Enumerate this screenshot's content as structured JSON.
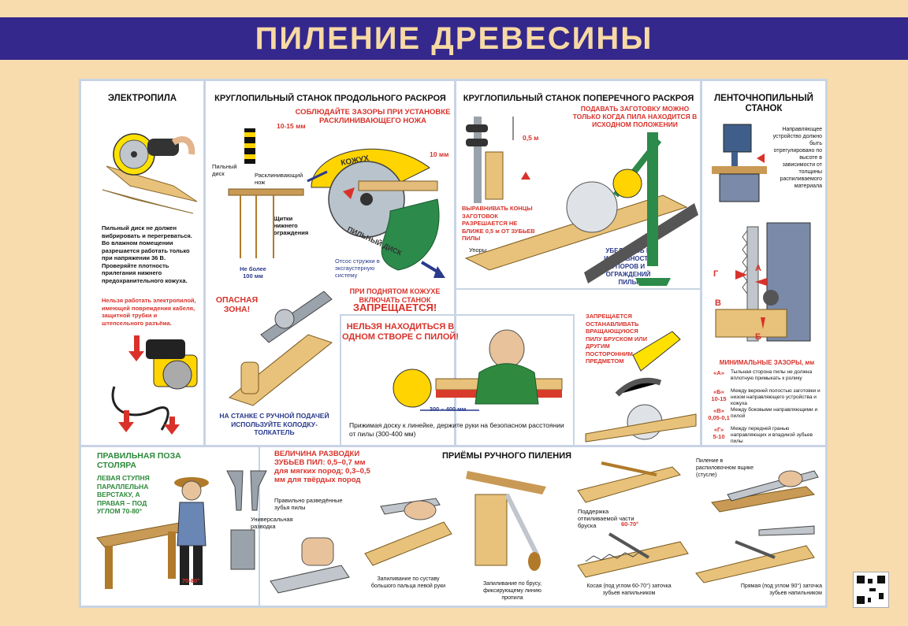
{
  "page_title": "ПИЛЕНИЕ ДРЕВЕСИНЫ",
  "electrosaw": {
    "title": "ЭЛЕКТРОПИЛА",
    "note1": "Пильный диск не должен вибрировать и перегреваться. Во влажном помещении разрешается работать только при напряжении 36 В. Проверяйте плотность прилегания нижнего предохранительного кожуха.",
    "note2": "Нельзя работать электропилой, имеющей повреждения кабеля, защитной трубки и штепсельного разъёма."
  },
  "rip_saw": {
    "title": "КРУГЛОПИЛЬНЫЙ СТАНОК ПРОДОЛЬНОГО РАСКРОЯ",
    "gap_warning": "СОБЛЮДАЙТЕ ЗАЗОРЫ ПРИ УСТАНОВКЕ РАСКЛИНИВАЮЩЕГО НОЖА",
    "dim_1015": "10-15 мм",
    "dim_10": "10 мм",
    "label_disk": "Пильный диск",
    "label_knife": "Расклинивающий нож",
    "label_guards": "Щитки нижнего ограждения",
    "label_max100": "Не более 100 мм",
    "label_guard_text": "КОЖУХ",
    "label_disk_text": "ПИЛЬНЫЙ ДИСК",
    "exhaust": "Отсос стружки в эксгаустерную систему",
    "raised_guard": "ПРИ ПОДНЯТОМ КОЖУХЕ ВКЛЮЧАТЬ СТАНОК",
    "forbidden": "ЗАПРЕЩАЕТСЯ!",
    "danger_zone": "ОПАСНАЯ ЗОНА!",
    "pusher": "НА СТАНКЕ С РУЧНОЙ ПОДАЧЕЙ ИСПОЛЬЗУЙТЕ КОЛОДКУ-ТОЛКАТЕЛЬ"
  },
  "cross_saw": {
    "title": "КРУГЛОПИЛЬНЫЙ СТАНОК ПОПЕРЕЧНОГО РАСКРОЯ",
    "feed_rule": "ПОДАВАТЬ ЗАГОТОВКУ МОЖНО ТОЛЬКО КОГДА ПИЛА НАХОДИТСЯ В ИСХОДНОМ ПОЛОЖЕНИИ",
    "dim_05": "0,5 м",
    "align_rule": "ВЫРАВНИВАТЬ КОНЦЫ ЗАГОТОВОК РАЗРЕШАЕТСЯ НЕ БЛИЖЕ 0,5 м ОТ ЗУБЬЕВ ПИЛЫ",
    "stops": "Упоры",
    "check": "УБЕДИТЕСЬ В ИСПРАВНОСТИ УПОРОВ И ОГРАЖДЕНИЙ ПИЛЫ",
    "stop_forbidden": "ЗАПРЕЩАЕТСЯ ОСТАНАВЛИВАТЬ ВРАЩАЮЩУЮСЯ ПИЛУ БРУСКОМ ИЛИ ДРУГИМ ПОСТОРОННИМ ПРЕДМЕТОМ"
  },
  "in_line": {
    "title": "НЕЛЬЗЯ НАХОДИТЬСЯ В ОДНОМ СТВОРЕ С ПИЛОЙ!",
    "dim": "300 – 400 мм",
    "caption": "Прижимая доску к линейке, держите руки на безопасном расстоянии от пилы (300-400 мм)"
  },
  "band_saw": {
    "title": "ЛЕНТОЧНОПИЛЬНЫЙ СТАНОК",
    "guide_note": "Направляющее устройство должно быть отрегулировано по высоте в зависимости от толщины распиливаемого материала",
    "label_a": "А",
    "label_b": "Б",
    "label_v": "В",
    "label_g": "Г",
    "min_gaps": "МИНИМАЛЬНЫЕ ЗАЗОРЫ, мм",
    "gaps": [
      {
        "code": "«А»",
        "value": "",
        "text": "Тыльная сторона пилы не должна вплотную примыкать к ролику"
      },
      {
        "code": "«Б»",
        "value": "10-15",
        "text": "Между верхней полостью заготовки и низом направляющего устройства и кожуха"
      },
      {
        "code": "«В»",
        "value": "0,05-0,1",
        "text": "Между боковыми направляющими и пилой"
      },
      {
        "code": "«Г»",
        "value": "5-10",
        "text": "Между передней гранью направляющих и впадиной зубьев пилы"
      }
    ]
  },
  "posture": {
    "title": "ПРАВИЛЬНАЯ ПОЗА СТОЛЯРА",
    "text": "ЛЕВАЯ СТУПНЯ ПАРАЛЛЕЛЬНА ВЕРСТАКУ, А ПРАВАЯ – ПОД УГЛОМ 70-80°",
    "angle": "70-80°"
  },
  "hand_sawing": {
    "title": "ПРИЁМЫ РУЧНОГО ПИЛЕНИЯ",
    "set_title": "ВЕЛИЧИНА РАЗВОДКИ ЗУБЬЕВ ПИЛ: 0,5–0,7 мм для мягких пород; 0,3–0,5 мм для твёрдых пород",
    "set_ok": "Правильно разведённые зубья пилы",
    "universal": "Универсальная разводка",
    "thumb": "Запиливание по суставу большого пальца левой руки",
    "block": "Запиливание по брусу, фиксирующему линию пропила",
    "support": "Поддержка отпиливаемой части бруска",
    "angle_label": "60-70°",
    "oblique": "Косая (под углом 60-70°) заточка зубьев напильником",
    "miter": "Пиление в распиловочном ящике (стусле)",
    "straight": "Прямая (под углом 90°) заточка зубьев напильником"
  },
  "colors": {
    "banner": "#35288c",
    "title_text": "#f7d9a4",
    "background": "#f8dcae",
    "accent_red": "#d8322b",
    "accent_blue": "#2a3a8c",
    "accent_green": "#2c8a3a"
  }
}
